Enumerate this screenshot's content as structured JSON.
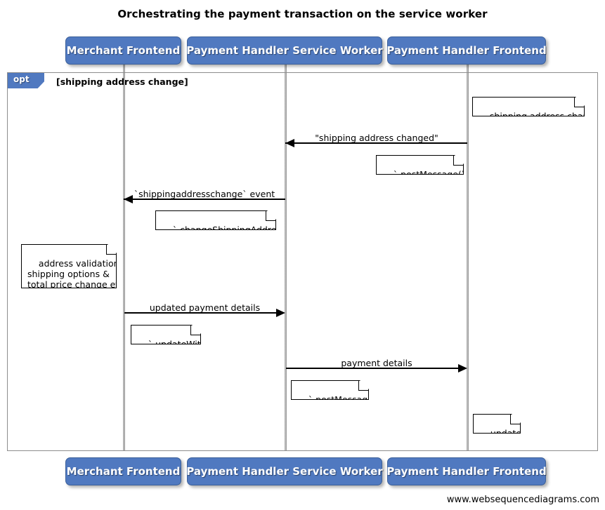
{
  "diagram": {
    "title": "Orchestrating the payment transaction on the service worker",
    "watermark": "www.websequencediagrams.com",
    "accent_color": "#5079c0",
    "note_fill": "#ffffff",
    "line_color": "#000000",
    "frame_border_color": "#8d8d8d"
  },
  "participants": [
    {
      "label": "Merchant Frontend"
    },
    {
      "label": "Payment Handler Service Worker"
    },
    {
      "label": "Payment Handler Frontend"
    }
  ],
  "fragment": {
    "type": "opt",
    "condition": "[shipping address change]"
  },
  "messages": [
    {
      "label": "\"shipping address changed\"",
      "from": "Payment Handler Frontend",
      "to": "Payment Handler Service Worker",
      "direction": "left"
    },
    {
      "label": "`shippingaddresschange` event",
      "from": "Payment Handler Service Worker",
      "to": "Merchant Frontend",
      "direction": "left"
    },
    {
      "label": "updated payment details",
      "from": "Merchant Frontend",
      "to": "Payment Handler Service Worker",
      "direction": "right"
    },
    {
      "label": "payment details",
      "from": "Payment Handler Service Worker",
      "to": "Payment Handler Frontend",
      "direction": "right"
    }
  ],
  "notes": [
    {
      "text": "shipping address changed"
    },
    {
      "text": "`.postMessage()`"
    },
    {
      "text": "`.changeShippingAddress()`"
    },
    {
      "text": "address validation,\nshipping options &\ntotal price change etc"
    },
    {
      "text": "`.updateWith()`"
    },
    {
      "text": "`.postMessage()`"
    },
    {
      "text": "update UI"
    }
  ]
}
